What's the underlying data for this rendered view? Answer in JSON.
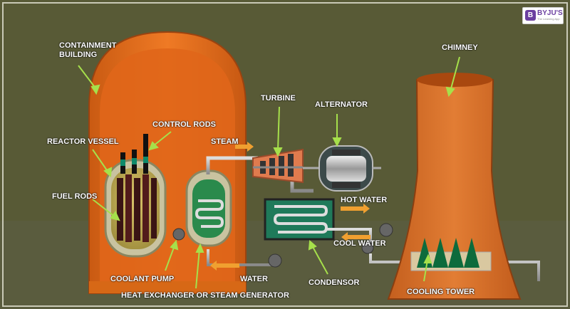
{
  "labels": {
    "containment_building": "CONTAINMENT\nBUILDING",
    "control_rods": "CONTROL RODS",
    "reactor_vessel": "REACTOR VESSEL",
    "fuel_rods": "FUEL RODS",
    "coolant_pump": "COOLANT PUMP",
    "heat_exchanger": "HEAT EXCHANGER OR STEAM GENERATOR",
    "steam": "STEAM",
    "turbine": "TURBINE",
    "alternator": "ALTERNATOR",
    "hot_water": "HOT WATER",
    "cool_water": "COOL WATER",
    "water": "WATER",
    "condensor": "CONDENSOR",
    "chimney": "CHIMNEY",
    "cooling_tower": "COOLING TOWER"
  },
  "logo": {
    "mark": "B",
    "name": "BYJU'S",
    "tagline": "The Learning App"
  },
  "colors": {
    "background": "#585a36",
    "floor": "#5a5c3e",
    "containment": "#e2701d",
    "pointer": "#a6e04b",
    "flow_arrow": "#f0a030",
    "vessel_water": "#2a8a4c",
    "condenser_water": "#1f7a5a"
  }
}
